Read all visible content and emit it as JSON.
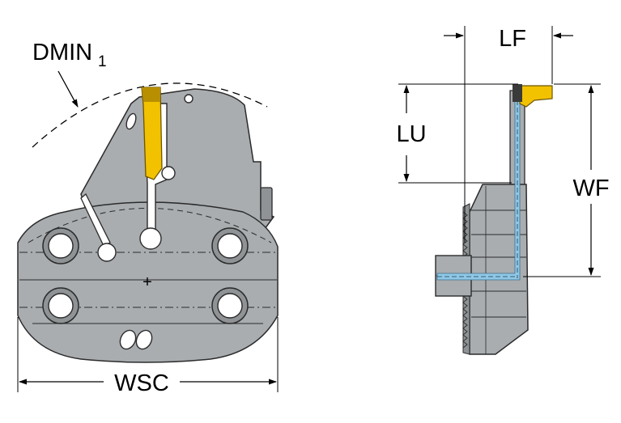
{
  "labels": {
    "dmin": "DMIN",
    "dmin_sub": "1",
    "wsc": "WSC",
    "lf": "LF",
    "lu": "LU",
    "wf": "WF",
    "center_mark": "+"
  },
  "colors": {
    "body_gray": "#a9adb0",
    "body_gray_dark": "#8f9396",
    "edge_dark": "#2b2b2b",
    "insert_yellow": "#f2c200",
    "insert_yellow_dark": "#b88f00",
    "coolant_blue": "#8fc8e6",
    "hole_white": "#ffffff"
  }
}
